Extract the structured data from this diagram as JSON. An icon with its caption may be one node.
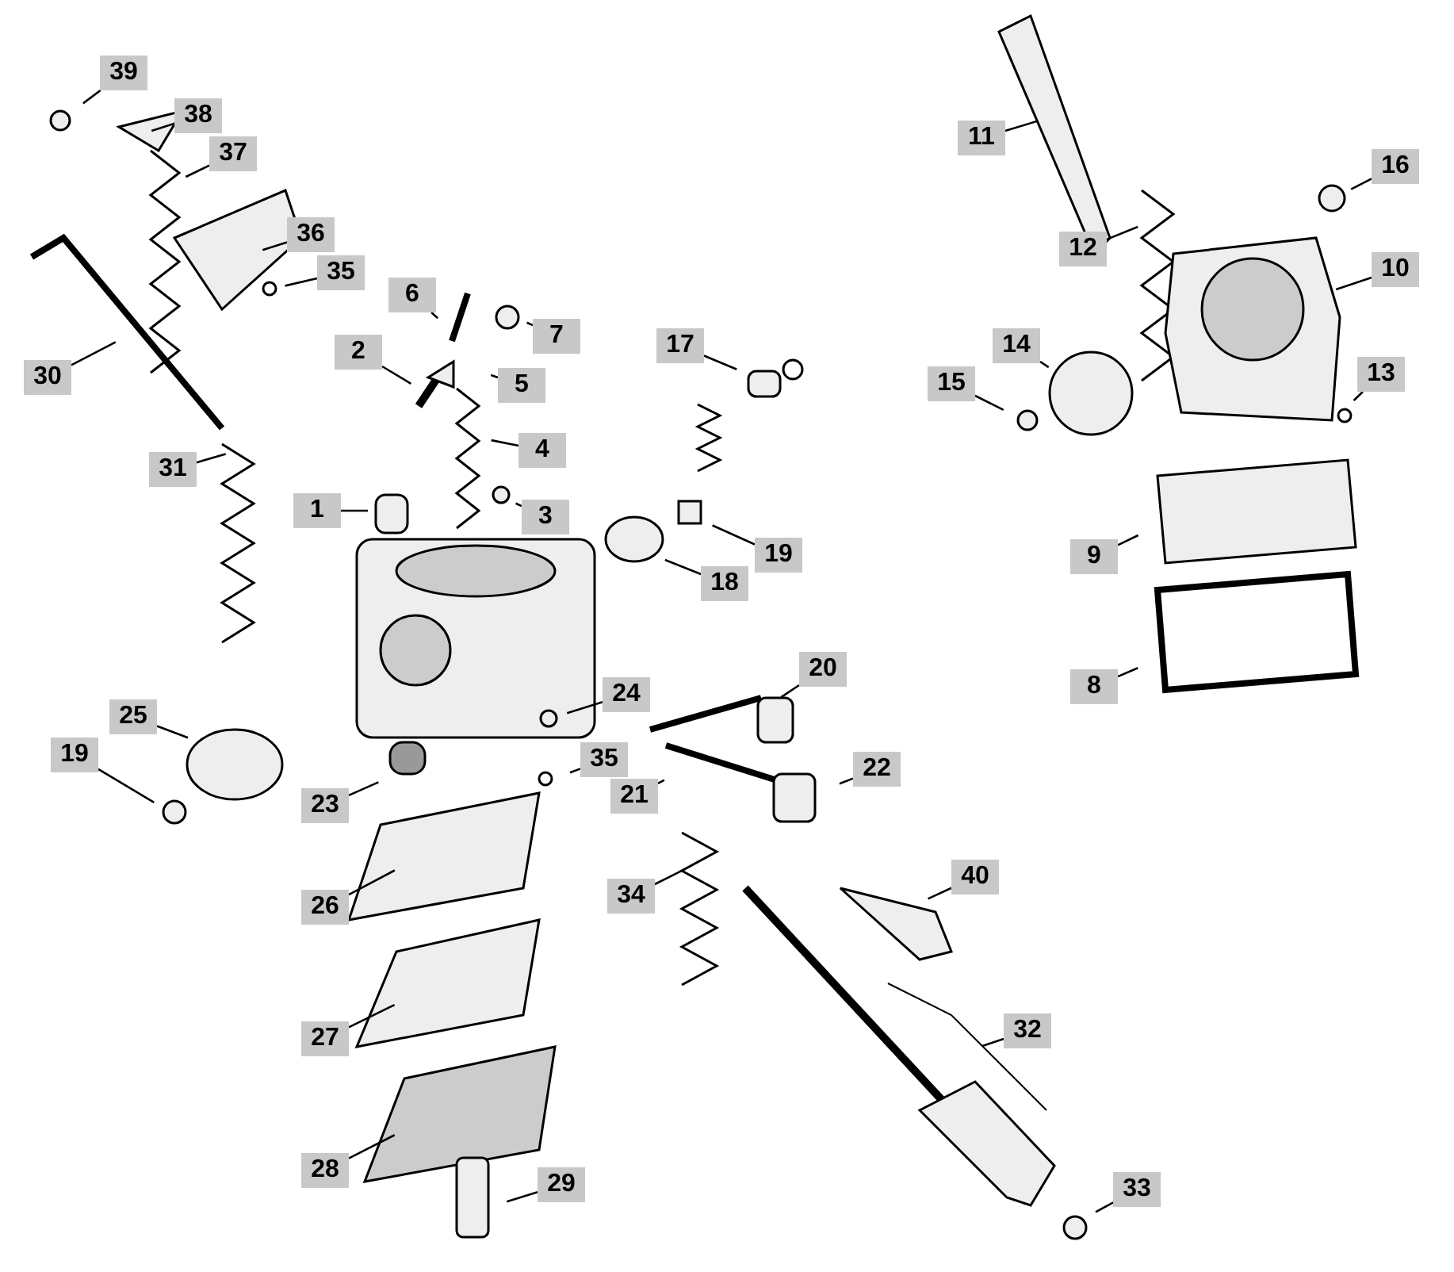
{
  "diagram": {
    "nodes": [
      {
        "text": [
          "39"
        ]
      },
      {
        "text": [
          "11"
        ]
      },
      {
        "text": [
          "38"
        ]
      },
      {
        "text": [
          "37"
        ]
      },
      {
        "text": [
          "16"
        ]
      },
      {
        "text": [
          "36"
        ]
      },
      {
        "text": [
          "12"
        ]
      },
      {
        "text": [
          "10"
        ]
      },
      {
        "text": [
          "35"
        ]
      },
      {
        "text": [
          "6"
        ]
      },
      {
        "text": [
          "7"
        ]
      },
      {
        "text": [
          "17"
        ]
      },
      {
        "text": [
          "30"
        ]
      },
      {
        "text": [
          "2"
        ]
      },
      {
        "text": [
          "14"
        ]
      },
      {
        "text": [
          "5"
        ]
      },
      {
        "text": [
          "15"
        ]
      },
      {
        "text": [
          "13"
        ]
      },
      {
        "text": [
          "4"
        ]
      },
      {
        "text": [
          "31"
        ]
      },
      {
        "text": [
          "3"
        ]
      },
      {
        "text": [
          "1"
        ]
      },
      {
        "text": [
          "19"
        ]
      },
      {
        "text": [
          "9"
        ]
      },
      {
        "text": [
          "18"
        ]
      },
      {
        "text": [
          "20"
        ]
      },
      {
        "text": [
          "8"
        ]
      },
      {
        "text": [
          "24"
        ]
      },
      {
        "text": [
          "25"
        ]
      },
      {
        "text": [
          "19"
        ]
      },
      {
        "text": [
          "35"
        ]
      },
      {
        "text": [
          "22"
        ]
      },
      {
        "text": [
          "21"
        ]
      },
      {
        "text": [
          "23"
        ]
      },
      {
        "text": [
          "26"
        ]
      },
      {
        "text": [
          "34"
        ]
      },
      {
        "text": [
          "40"
        ]
      },
      {
        "text": [
          "32"
        ]
      },
      {
        "text": [
          "27"
        ]
      },
      {
        "text": [
          "28"
        ]
      },
      {
        "text": [
          "29"
        ]
      },
      {
        "text": [
          "33"
        ]
      }
    ],
    "edges": [
      {
        "from": 0,
        "to": null,
        "arrow": "none"
      },
      {
        "from": 1,
        "to": null,
        "arrow": "none"
      },
      {
        "from": 2,
        "to": null,
        "arrow": "none"
      },
      {
        "from": 3,
        "to": null,
        "arrow": "none"
      },
      {
        "from": 4,
        "to": null,
        "arrow": "none"
      },
      {
        "from": 5,
        "to": null,
        "arrow": "none"
      },
      {
        "from": 6,
        "to": null,
        "arrow": "none"
      },
      {
        "from": 7,
        "to": null,
        "arrow": "none"
      },
      {
        "from": 8,
        "to": null,
        "arrow": "none"
      },
      {
        "from": 9,
        "to": null,
        "arrow": "none"
      },
      {
        "from": 10,
        "to": null,
        "arrow": "none"
      },
      {
        "from": 11,
        "to": null,
        "arrow": "none"
      },
      {
        "from": 12,
        "to": null,
        "arrow": "none"
      },
      {
        "from": 13,
        "to": null,
        "arrow": "none"
      },
      {
        "from": 14,
        "to": null,
        "arrow": "none"
      },
      {
        "from": 15,
        "to": null,
        "arrow": "none"
      },
      {
        "from": 16,
        "to": null,
        "arrow": "none"
      },
      {
        "from": 17,
        "to": null,
        "arrow": "none"
      },
      {
        "from": 18,
        "to": null,
        "arrow": "none"
      },
      {
        "from": 19,
        "to": null,
        "arrow": "none"
      },
      {
        "from": 20,
        "to": null,
        "arrow": "none"
      },
      {
        "from": 21,
        "to": null,
        "arrow": "none"
      },
      {
        "from": 22,
        "to": null,
        "arrow": "none"
      },
      {
        "from": 23,
        "to": null,
        "arrow": "none"
      },
      {
        "from": 24,
        "to": null,
        "arrow": "none"
      },
      {
        "from": 25,
        "to": null,
        "arrow": "none"
      },
      {
        "from": 26,
        "to": null,
        "arrow": "none"
      },
      {
        "from": 27,
        "to": null,
        "arrow": "none"
      },
      {
        "from": 28,
        "to": null,
        "arrow": "none"
      },
      {
        "from": 29,
        "to": null,
        "arrow": "none"
      },
      {
        "from": 30,
        "to": null,
        "arrow": "none"
      },
      {
        "from": 31,
        "to": null,
        "arrow": "none"
      },
      {
        "from": 32,
        "to": null,
        "arrow": "none"
      },
      {
        "from": 33,
        "to": null,
        "arrow": "none"
      },
      {
        "from": 34,
        "to": null,
        "arrow": "none"
      },
      {
        "from": 35,
        "to": null,
        "arrow": "none"
      },
      {
        "from": 36,
        "to": null,
        "arrow": "none"
      },
      {
        "from": 37,
        "to": null,
        "arrow": "none"
      },
      {
        "from": 38,
        "to": null,
        "arrow": "none"
      },
      {
        "from": 39,
        "to": null,
        "arrow": "none"
      },
      {
        "from": 40,
        "to": null,
        "arrow": "none"
      },
      {
        "from": 41,
        "to": null,
        "arrow": "none"
      }
    ]
  }
}
